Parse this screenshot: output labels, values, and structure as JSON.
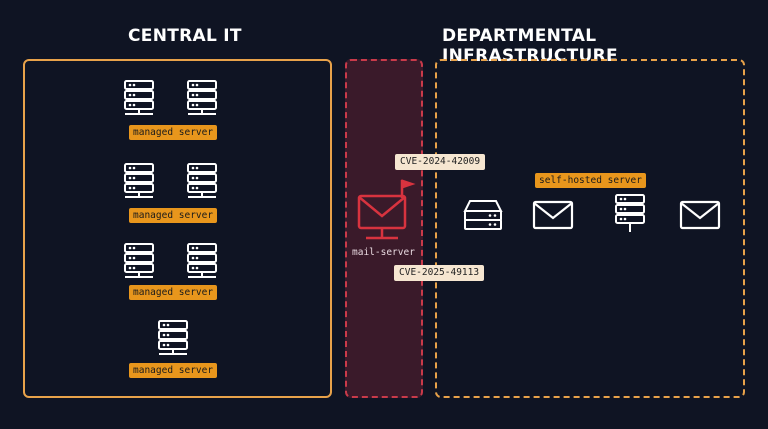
{
  "headings": {
    "central": "CENTRAL IT",
    "departmental": "DEPARTMENTAL INFRASTRUCTURE"
  },
  "central_it": {
    "server_groups": [
      {
        "label": "managed server",
        "icons": [
          "server-rack-icon",
          "server-rack-icon"
        ]
      },
      {
        "label": "managed server",
        "icons": [
          "server-rack-icon",
          "server-rack-icon"
        ]
      },
      {
        "label": "managed server",
        "icons": [
          "server-rack-icon",
          "server-rack-icon"
        ]
      },
      {
        "label": "managed server",
        "icons": [
          "server-rack-icon"
        ]
      }
    ]
  },
  "mail_server": {
    "label": "mail-server",
    "icon": "envelope-flag-icon",
    "vulnerabilities": [
      "CVE-2024-42009",
      "CVE-2025-49113"
    ]
  },
  "departmental": {
    "self_hosted_label": "self-hosted server",
    "icons": [
      "server-stack-icon",
      "envelope-icon",
      "server-rack-icon",
      "envelope-icon"
    ]
  },
  "colors": {
    "background": "#0f1423",
    "accent_orange": "#e8961c",
    "alert_red": "#d8333f",
    "icon_white": "#ffffff",
    "cve_label_bg": "#f6e6d1"
  }
}
